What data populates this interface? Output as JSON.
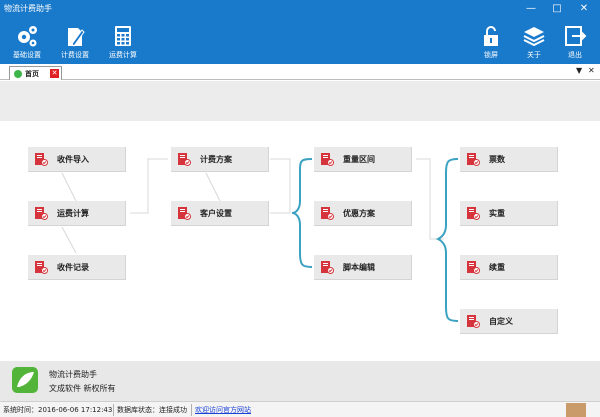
{
  "window": {
    "title": "物流计费助手"
  },
  "toolbar": {
    "left": [
      {
        "label": "基础设置",
        "icon": "gears-icon"
      },
      {
        "label": "计费设置",
        "icon": "pencil-document-icon"
      },
      {
        "label": "运费计算",
        "icon": "calculator-icon"
      }
    ],
    "right": [
      {
        "label": "锁屏",
        "icon": "lock-icon"
      },
      {
        "label": "关于",
        "icon": "layers-icon"
      },
      {
        "label": "退出",
        "icon": "exit-icon"
      }
    ]
  },
  "tab": {
    "label": "首页"
  },
  "flow": {
    "col1": [
      "收件导入",
      "运费计算",
      "收件记录"
    ],
    "col2": [
      "计费方案",
      "客户设置"
    ],
    "col3": [
      "重量区间",
      "优惠方案",
      "脚本编辑"
    ],
    "col4": [
      "票数",
      "实重",
      "续重",
      "自定义"
    ]
  },
  "footer": {
    "app_name": "物流计费助手",
    "copyright": "文成软件  新权所有"
  },
  "status": {
    "time": "系统时间：2016-06-06 17:12:43",
    "db": "数据库状态：连接成功",
    "link": "欢迎访问官方网站"
  },
  "colors": {
    "titlebar": "#1979ca",
    "connector": "#3ba2c2",
    "node_icon": "#d5343c"
  }
}
